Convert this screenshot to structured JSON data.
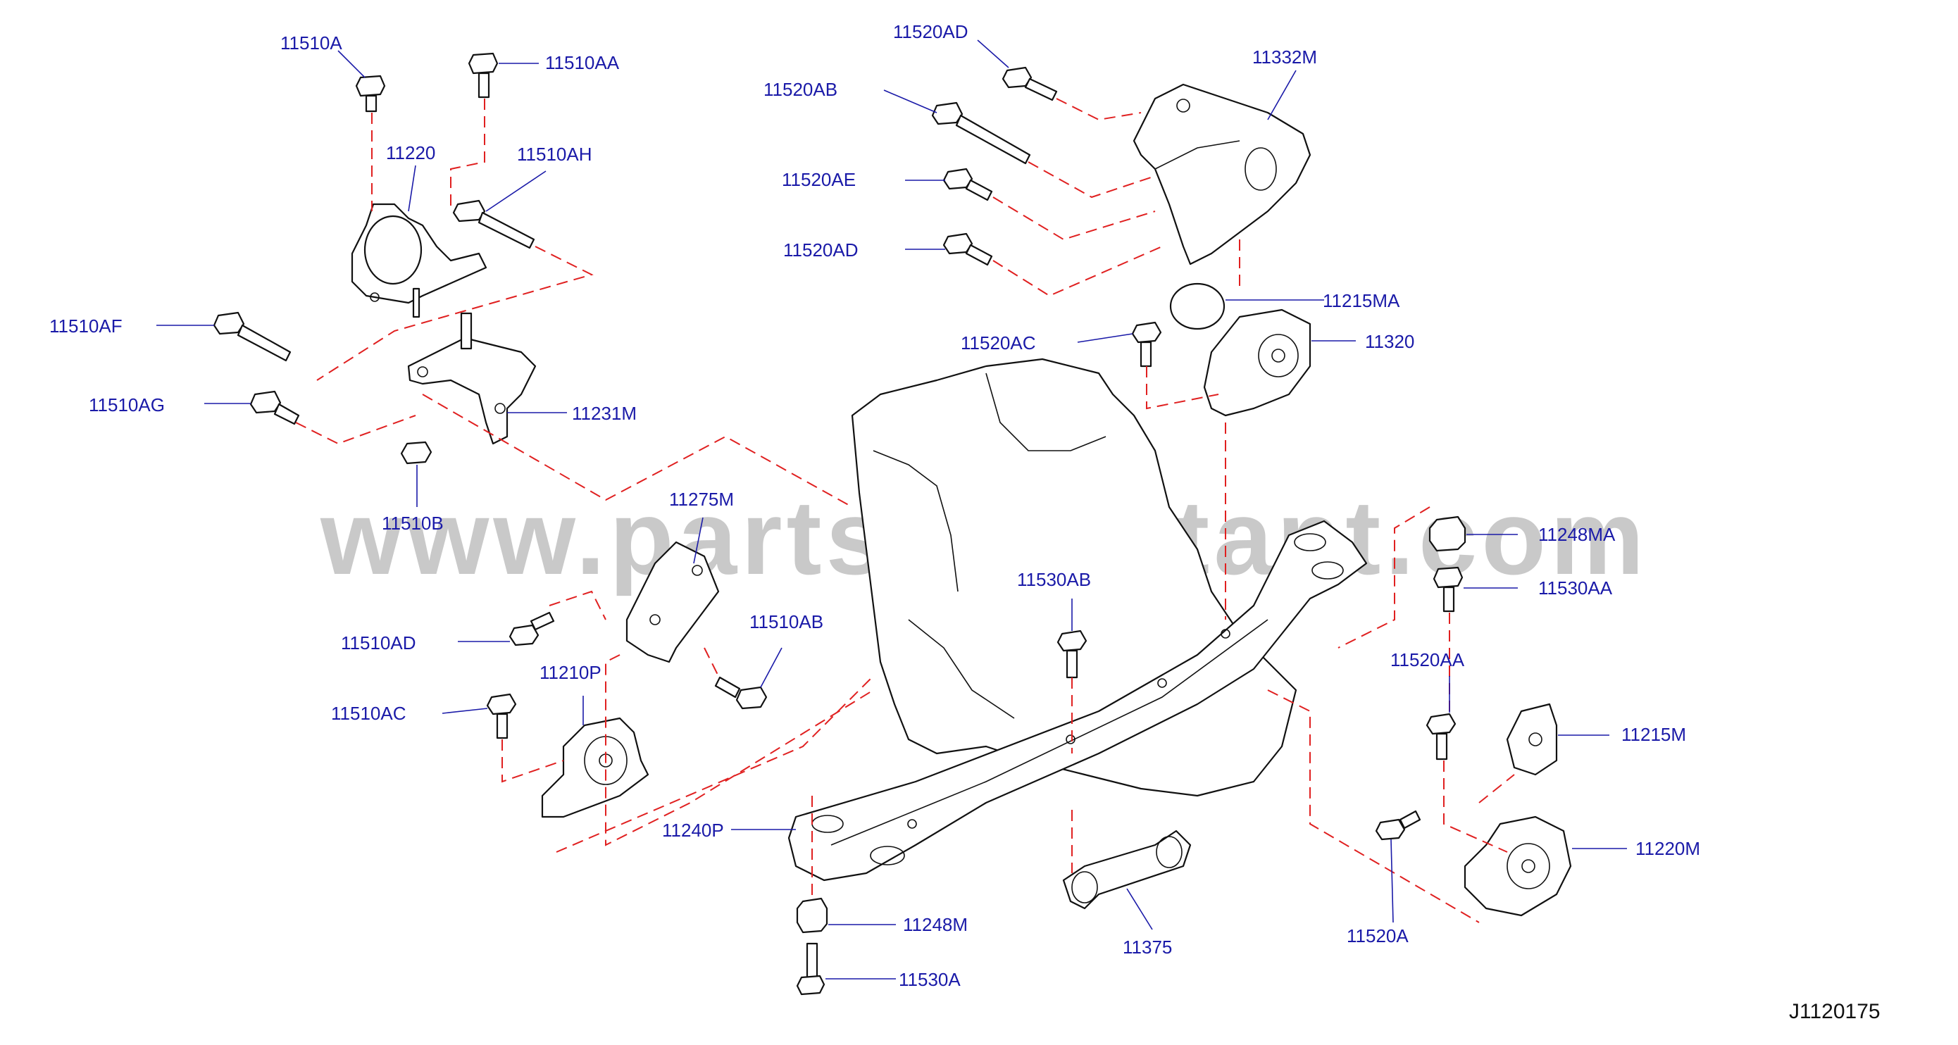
{
  "watermark": "www.partsassistant.com",
  "reference_code": "J1120175",
  "labels": {
    "p11510A": "11510A",
    "p11510AA": "11510AA",
    "p11220": "11220",
    "p11510AH": "11510AH",
    "p11510AF": "11510AF",
    "p11510AG": "11510AG",
    "p11231M": "11231M",
    "p11510B": "11510B",
    "p11520AD_top": "11520AD",
    "p11332M": "11332M",
    "p11520AB": "11520AB",
    "p11520AE": "11520AE",
    "p11520AD_mid": "11520AD",
    "p11215MA": "11215MA",
    "p11520AC": "11520AC",
    "p11320": "11320",
    "p11275M": "11275M",
    "p11530AB": "11530AB",
    "p11248MA": "11248MA",
    "p11530AA": "11530AA",
    "p11510AD": "11510AD",
    "p11510AB": "11510AB",
    "p11210P": "11210P",
    "p11510AC": "11510AC",
    "p11520AA": "11520AA",
    "p11215M": "11215M",
    "p11220M": "11220M",
    "p11240P": "11240P",
    "p11248M": "11248M",
    "p11530A": "11530A",
    "p11375": "11375",
    "p11520A": "11520A"
  }
}
